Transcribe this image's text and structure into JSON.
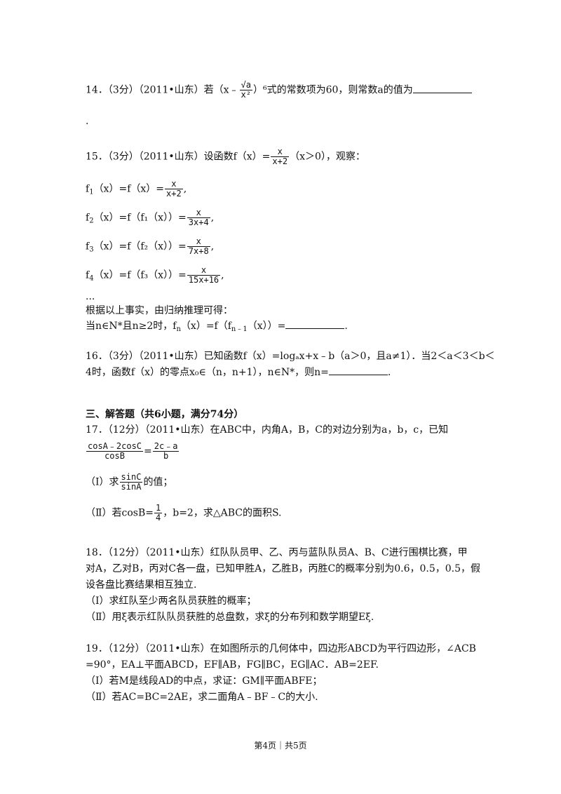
{
  "q14": {
    "prefix": "14．（3分）（2011•山东）若（x﹣",
    "frac_num": "√a",
    "frac_den": "x²",
    "suffix": "）⁶式的常数项为60，则常数a的值为",
    "tail": "."
  },
  "q15": {
    "prefix": "15．（3分）（2011•山东）设函数f（x）=",
    "frac_num": "x",
    "frac_den": "x+2",
    "suffix": "（x＞0），观察：",
    "lines": [
      {
        "lhs_a": "f",
        "lhs_sub": "1",
        "lhs_b": "（x）=f（x）=",
        "num": "x",
        "den": "x+2",
        "end": ","
      },
      {
        "lhs_a": "f",
        "lhs_sub": "2",
        "lhs_b": "（x）=f（f₁（x））=",
        "num": "x",
        "den": "3x+4",
        "end": ","
      },
      {
        "lhs_a": "f",
        "lhs_sub": "3",
        "lhs_b": "（x）=f（f₂（x））=",
        "num": "x",
        "den": "7x+8",
        "end": ","
      },
      {
        "lhs_a": "f",
        "lhs_sub": "4",
        "lhs_b": "（x）=f（f₃（x））=",
        "num": "x",
        "den": "15x+16",
        "end": ","
      }
    ],
    "dots": "...",
    "reason": "根据以上事实，由归纳推理可得：",
    "final": "当n∈N*且n≥2时，f",
    "final_sub": "n",
    "final_mid": "（x）=f（f",
    "final_sub2": "n﹣1",
    "final_end": "（x））=",
    "tail": "."
  },
  "q16": {
    "line1": "16．（3分）（2011•山东）已知函数f（x）=logₐx+x﹣b（a＞0，且a≠1）．当2＜a＜3＜b＜",
    "line2": "4时，函数f（x）的零点x₀∈（n，n+1），n∈N*，则n=",
    "tail": "."
  },
  "section": "三、解答题（共6小题，满分74分）",
  "q17": {
    "line1": "17．（12分）（2011•山东）在ABC中，内角A，B，C的对边分别为a，b，c，已知",
    "frac1_num": "cosA﹣2cosC",
    "frac1_den": "cosB",
    "eq": "=",
    "frac2_num": "2c﹣a",
    "frac2_den": "b",
    "p1_prefix": "（Ⅰ）求",
    "p1_num": "sinC",
    "p1_den": "sinA",
    "p1_suffix": "的值；",
    "p2_prefix": "（Ⅱ）若cosB=",
    "p2_num": "1",
    "p2_den": "4",
    "p2_suffix": "，b=2，求△ABC的面积S."
  },
  "q18": {
    "line1": "18．（12分）（2011•山东）红队队员甲、乙、丙与蓝队队员A、B、C进行围棋比赛，甲",
    "line2": "对A，乙对B，丙对C各一盘，已知甲胜A，乙胜B，丙胜C的概率分别为0.6，0.5，0.5，假",
    "line3": "设各盘比赛结果相互独立.",
    "line4": "（Ⅰ）求红队至少两名队员获胜的概率；",
    "line5": "（Ⅱ）用ξ表示红队队员获胜的总盘数，求ξ的分布列和数学期望Eξ."
  },
  "q19": {
    "line1": "19．（12分）（2011•山东）在如图所示的几何体中，四边形ABCD为平行四边形，∠ACB",
    "line2": "=90°，EA⊥平面ABCD，EF∥AB，FG∥BC，EG∥AC．AB=2EF.",
    "line3": "（Ⅰ）若M是线段AD的中点，求证：GM∥平面ABFE；",
    "line4": "（Ⅱ）若AC=BC=2AE，求二面角A﹣BF﹣C的大小."
  },
  "footer": "第4页｜共5页"
}
